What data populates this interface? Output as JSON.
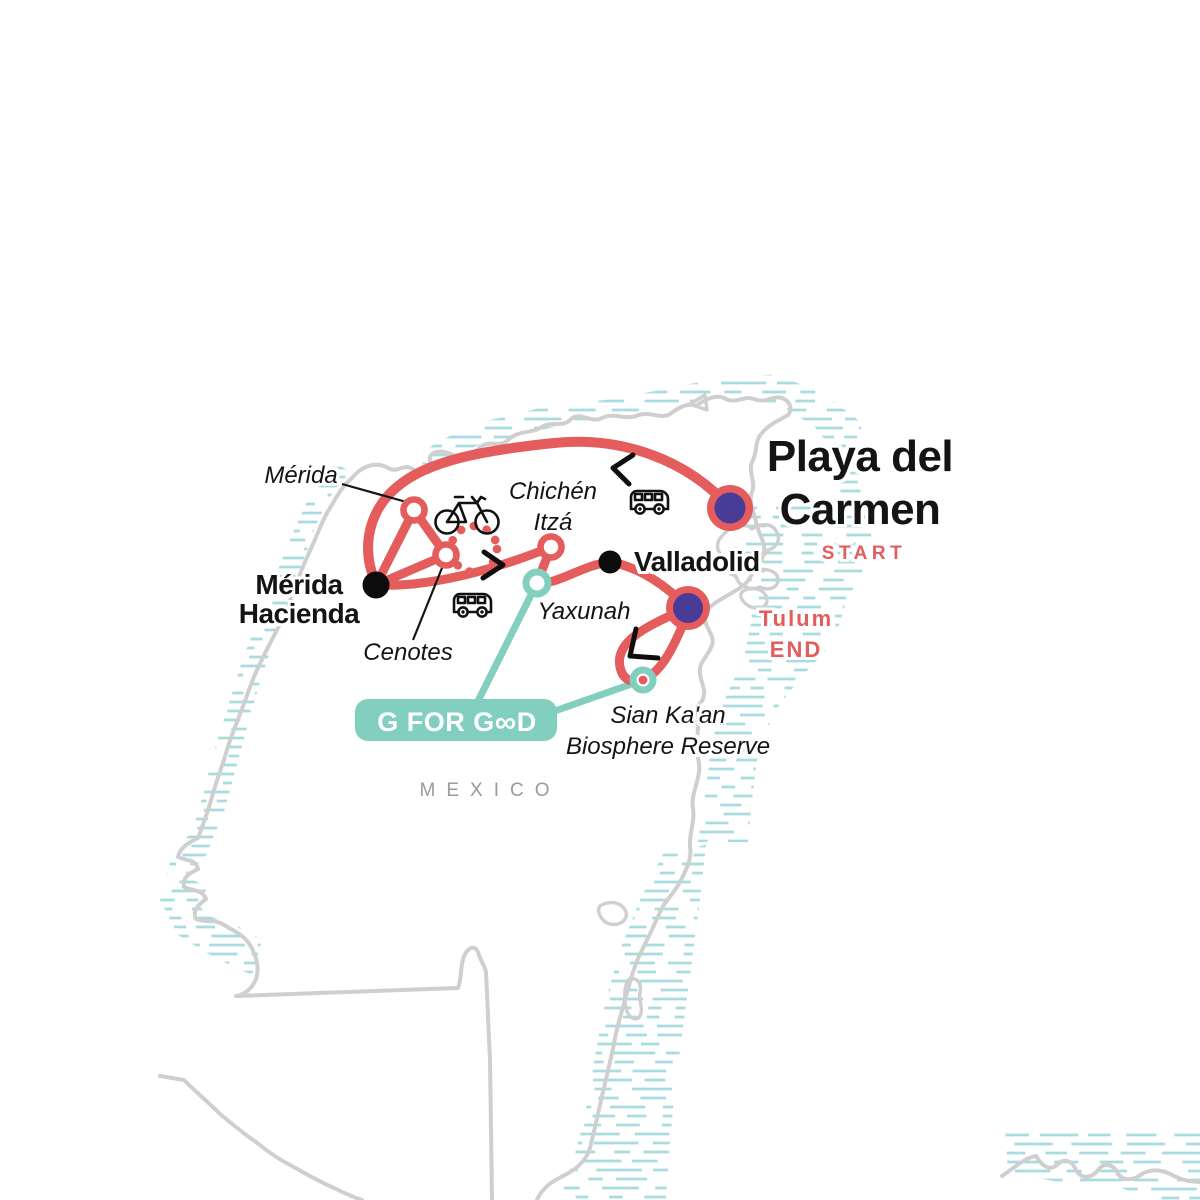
{
  "region": {
    "country": "MEXICO"
  },
  "badge": {
    "prefix": "G FOR G",
    "infinity": "∞",
    "suffix": "D"
  },
  "tags": {
    "start": "START",
    "end": "END"
  },
  "stops": {
    "playa_del_carmen": {
      "line1": "Playa del",
      "line2": "Carmen"
    },
    "tulum": {
      "name": "Tulum"
    },
    "merida": {
      "name": "Mérida"
    },
    "merida_hacienda": {
      "line1": "Mérida",
      "line2": "Hacienda"
    },
    "chichen_itza": {
      "line1": "Chichén",
      "line2": "Itzá"
    },
    "valladolid": {
      "name": "Valladolid"
    },
    "yaxunah": {
      "name": "Yaxunah"
    },
    "cenotes": {
      "name": "Cenotes"
    },
    "sian_kaan": {
      "line1": "Sian Ka'an",
      "line2": "Biosphere Reserve"
    }
  },
  "icons": [
    {
      "name": "bus-icon",
      "meaning": "bus transfer"
    },
    {
      "name": "bicycle-icon",
      "meaning": "cycling activity"
    },
    {
      "name": "infinity-icon",
      "meaning": "G for Good"
    },
    {
      "name": "direction-arrow-icon",
      "meaning": "travel direction"
    }
  ],
  "colors": {
    "route_red": "#E45C5C",
    "marker_purple": "#483C96",
    "teal": "#82CFC0",
    "water_hatch": "#A8DCE1",
    "coastline_gray": "#CFCFCF",
    "text_black": "#141414",
    "country_gray": "#9A9A9A"
  }
}
